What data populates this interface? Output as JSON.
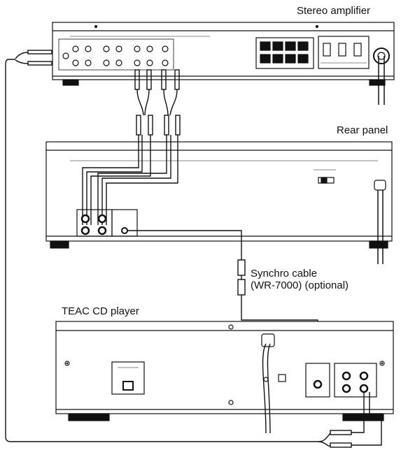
{
  "labels": {
    "stereo_amplifier": "Stereo amplifier",
    "rear_panel": "Rear panel",
    "synchro_cable_line1": "Synchro cable",
    "synchro_cable_line2": "(WR-7000) (optional)",
    "teac_cd_player": "TEAC CD player"
  },
  "colors": {
    "line": "#111111",
    "fill": "#ffffff"
  }
}
